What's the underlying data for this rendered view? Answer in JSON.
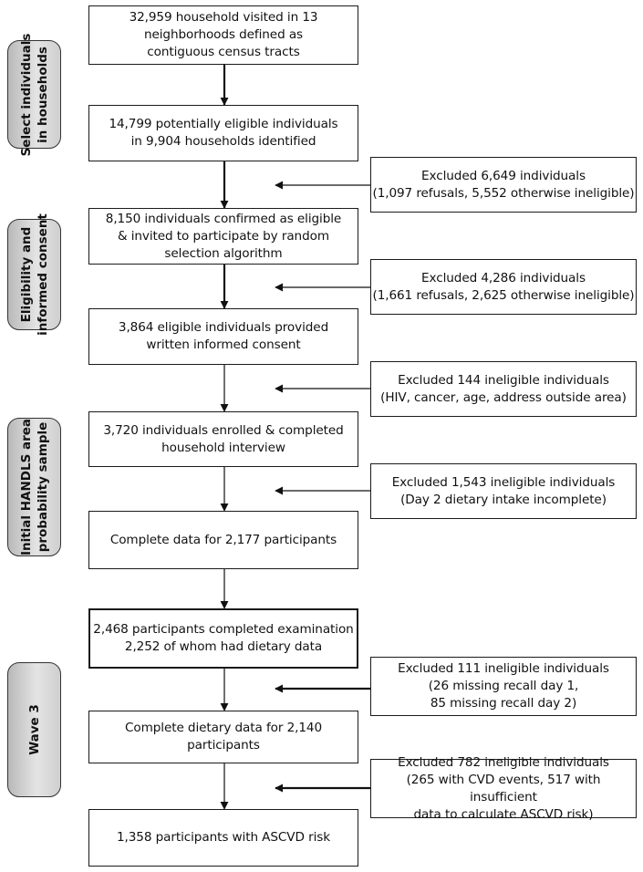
{
  "phases": {
    "select": "Select individuals\nin households",
    "eligibility": "Eligibility and\ninformed consent",
    "initial": "Initial HANDLS area\nprobability sample",
    "wave3": "Wave 3"
  },
  "flow": {
    "b1": "32,959 household visited in 13\nneighborhoods defined as\ncontiguous census tracts",
    "b2": "14,799 potentially eligible individuals\nin 9,904 households identified",
    "b3": "8,150 individuals confirmed as eligible\n& invited to participate by random\nselection algorithm",
    "b4": "3,864 eligible individuals provided\nwritten informed consent",
    "b5": "3,720 individuals enrolled & completed\nhousehold interview",
    "b6": "Complete data for 2,177 participants",
    "b7": "2,468 participants completed examination\n2,252 of whom had dietary data",
    "b8": "Complete dietary data for 2,140\nparticipants",
    "b9": "1,358 participants with ASCVD risk"
  },
  "exclusions": {
    "e1": "Excluded 6,649 individuals\n(1,097 refusals, 5,552 otherwise ineligible)",
    "e2": "Excluded 4,286 individuals\n(1,661 refusals, 2,625 otherwise ineligible)",
    "e3": "Excluded 144 ineligible individuals\n(HIV, cancer, age, address outside area)",
    "e4": "Excluded 1,543 ineligible individuals\n(Day 2 dietary intake incomplete)",
    "e5": "Excluded 111 ineligible individuals\n(26 missing recall day 1,\n85 missing recall day 2)",
    "e6": "Excluded 782 ineligible individuals\n(265 with CVD events, 517 with insufficient\ndata to calculate ASCVD risk)"
  }
}
